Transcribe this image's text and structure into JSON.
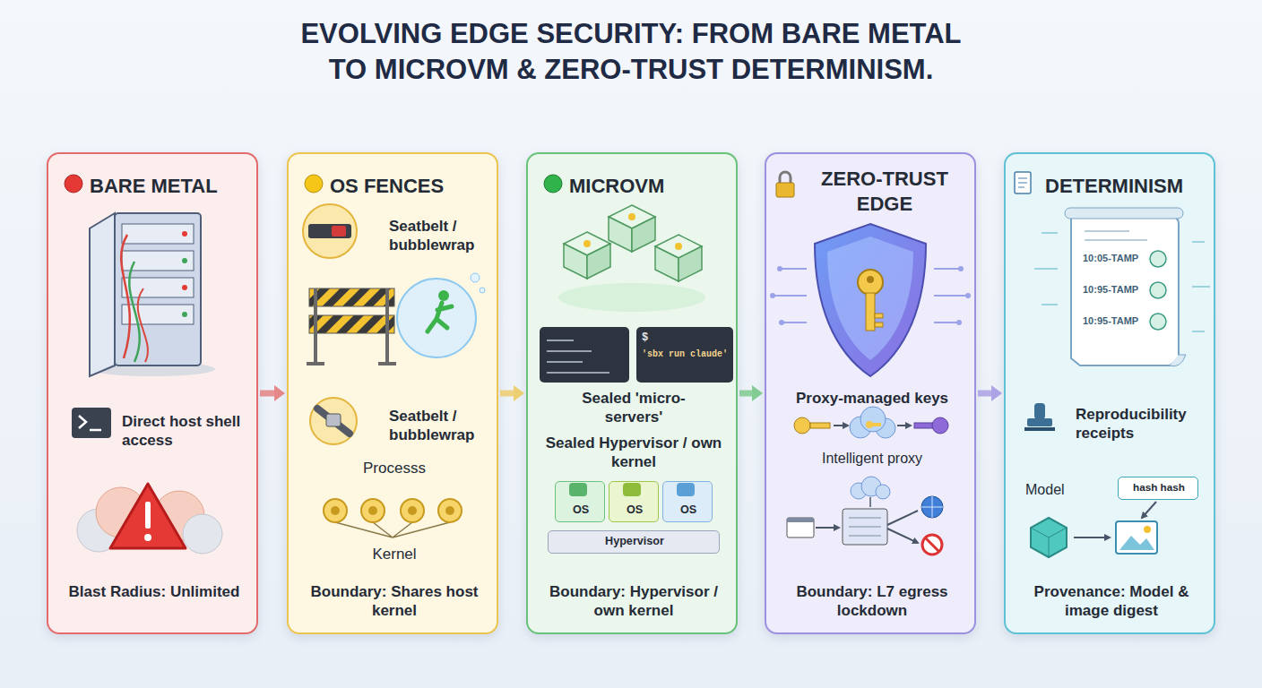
{
  "diagram": {
    "title": "EVOLVING EDGE SECURITY: FROM BARE METAL TO MICROVM & ZERO-TRUST DETERMINISM.",
    "nodes": [
      {
        "text": [
          "BARE METAL",
          "Direct host shell access",
          "Blast Radius: Unlimited"
        ]
      },
      {
        "text": [
          "OS FENCES",
          "Seatbelt / bubblewrap",
          "Seatbelt / bubblewrap",
          "Processs",
          "Kernel",
          "Boundary: Shares host kernel"
        ]
      },
      {
        "text": [
          "MICROVM",
          "Sealed 'micro-servers'",
          "Sealed Hypervisor / own kernel",
          "Boundary: Hypervisor / own kernel"
        ]
      },
      {
        "text": [
          "OS"
        ],
        "in": 2
      },
      {
        "text": [
          "OS"
        ],
        "in": 2
      },
      {
        "text": [
          "OS"
        ],
        "in": 2
      },
      {
        "text": [
          "Hypervisor"
        ],
        "in": 2
      },
      {
        "text": [
          "ZERO-TRUST EDGE",
          "Proxy-managed keys",
          "Intelligent proxy",
          "Boundary: L7 egress lockdown"
        ]
      },
      {
        "text": [
          "DETERMINISM",
          "Reproducibility receipts",
          "Model",
          "Provenance: Model & image digest"
        ]
      },
      {
        "text": [
          "hash hash"
        ],
        "in": 8
      }
    ],
    "edges": [
      {
        "from": 0,
        "to": 1,
        "arrow": "to"
      },
      {
        "from": 1,
        "to": 2,
        "arrow": "to"
      },
      {
        "from": 2,
        "to": 7,
        "arrow": "to"
      },
      {
        "from": 7,
        "to": 8,
        "arrow": "to"
      }
    ],
    "labels": [
      "$",
      "'sbx run claude'",
      "10:05-TAMP",
      "10:95-TAMP",
      "10:95-TAMP"
    ]
  }
}
